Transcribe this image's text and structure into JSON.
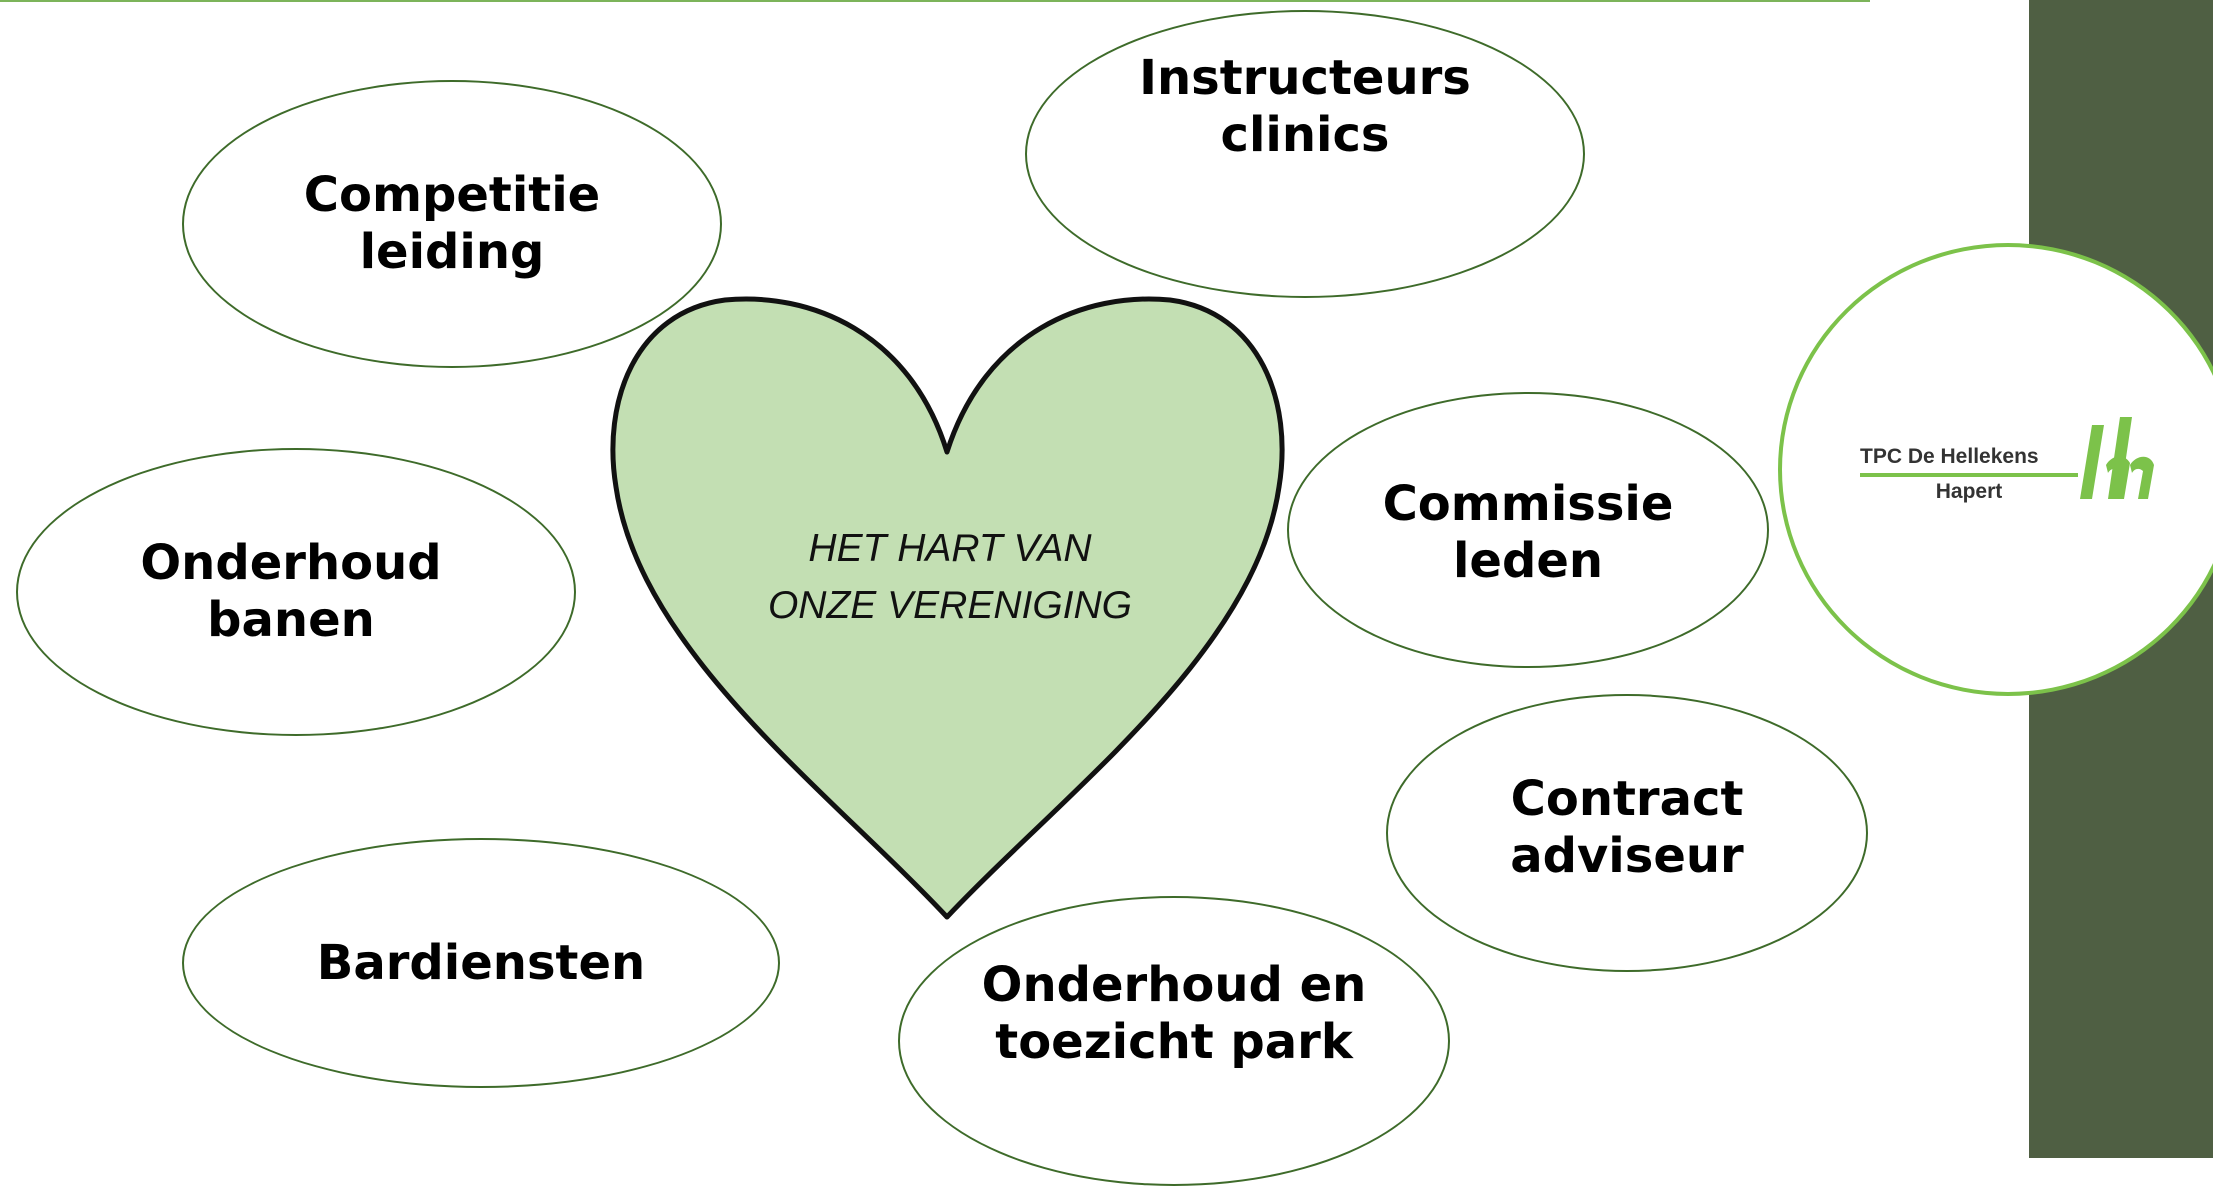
{
  "heart": {
    "line1": "HET HART VAN",
    "line2": "ONZE VERENIGING"
  },
  "ovals": {
    "competitie": {
      "line1": "Competitie",
      "line2": "leiding"
    },
    "instructeurs": {
      "line1": "Instructeurs",
      "line2": "clinics"
    },
    "onderhoud": {
      "line1": "Onderhoud",
      "line2": "banen"
    },
    "commissie": {
      "line1": "Commissie",
      "line2": "leden"
    },
    "contract": {
      "line1": "Contract",
      "line2": "adviseur"
    },
    "bardiensten": {
      "line1": "Bardiensten"
    },
    "park": {
      "line1": "Onderhoud en",
      "line2": "toezicht park"
    }
  },
  "logo": {
    "name": "TPC  De Hellekens",
    "place": "Hapert"
  },
  "colors": {
    "heart_fill": "#c3dfb3",
    "oval_border": "#3e6b2a",
    "accent_green": "#7cc24a",
    "side_band": "#4f5f43"
  }
}
